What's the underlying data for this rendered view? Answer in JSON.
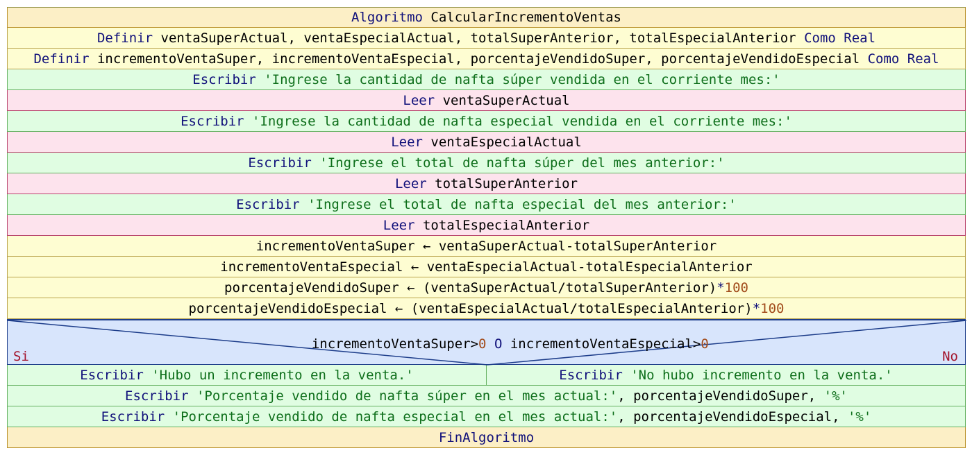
{
  "rows": [
    {
      "kw": "Algoritmo",
      "rest": " CalcularIncrementoVentas"
    },
    {
      "kw": "Definir",
      "rest": " ventaSuperActual, ventaEspecialActual, totalSuperAnterior, totalEspecialAnterior ",
      "kw2": "Como Real"
    },
    {
      "kw": "Definir",
      "rest": " incrementoVentaSuper, incrementoVentaEspecial, porcentajeVendidoSuper, porcentajeVendidoEspecial ",
      "kw2": "Como Real"
    },
    {
      "kw": "Escribir",
      "str": " 'Ingrese la cantidad de nafta súper vendida en el corriente mes:'"
    },
    {
      "kw": "Leer",
      "rest": " ventaSuperActual"
    },
    {
      "kw": "Escribir",
      "str": " 'Ingrese la cantidad de nafta especial vendida en el corriente mes:'"
    },
    {
      "kw": "Leer",
      "rest": " ventaEspecialActual"
    },
    {
      "kw": "Escribir",
      "str": " 'Ingrese el total de nafta súper del mes anterior:'"
    },
    {
      "kw": "Leer",
      "rest": " totalSuperAnterior"
    },
    {
      "kw": "Escribir",
      "str": " 'Ingrese el total de nafta especial del mes anterior:'"
    },
    {
      "kw": "Leer",
      "rest": " totalEspecialAnterior"
    },
    {
      "rest": "incrementoVentaSuper ← ventaSuperActual-totalSuperAnterior"
    },
    {
      "rest": "incrementoVentaEspecial ← ventaEspecialActual-totalEspecialAnterior"
    },
    {
      "rest": "porcentajeVendidoSuper ← (ventaSuperActual/totalSuperAnterior)",
      "op": "*",
      "num": "100"
    },
    {
      "rest": "porcentajeVendidoEspecial ← (ventaEspecialActual/totalEspecialAnterior)",
      "op": "*",
      "num": "100"
    }
  ],
  "condition": {
    "part1": "incrementoVentaSuper>",
    "num1": "0",
    "mid": " ",
    "kw": "O",
    "part2": " incrementoVentaEspecial>",
    "num2": "0",
    "si": "Si",
    "no": "No"
  },
  "branches": {
    "left": {
      "kw": "Escribir",
      "str": " 'Hubo un incremento en la venta.'"
    },
    "right": {
      "kw": "Escribir",
      "str": " 'No hubo incremento en la venta.'"
    }
  },
  "after": [
    {
      "kw": "Escribir",
      "str": " 'Porcentaje vendido de nafta súper en el mes actual:'",
      "rest": ", porcentajeVendidoSuper, ",
      "str2": "'%'"
    },
    {
      "kw": "Escribir",
      "str": " 'Porcentaje vendido de nafta especial en el mes actual:'",
      "rest": ", porcentajeVendidoEspecial, ",
      "str2": "'%'"
    }
  ],
  "end": {
    "kw": "FinAlgoritmo"
  }
}
